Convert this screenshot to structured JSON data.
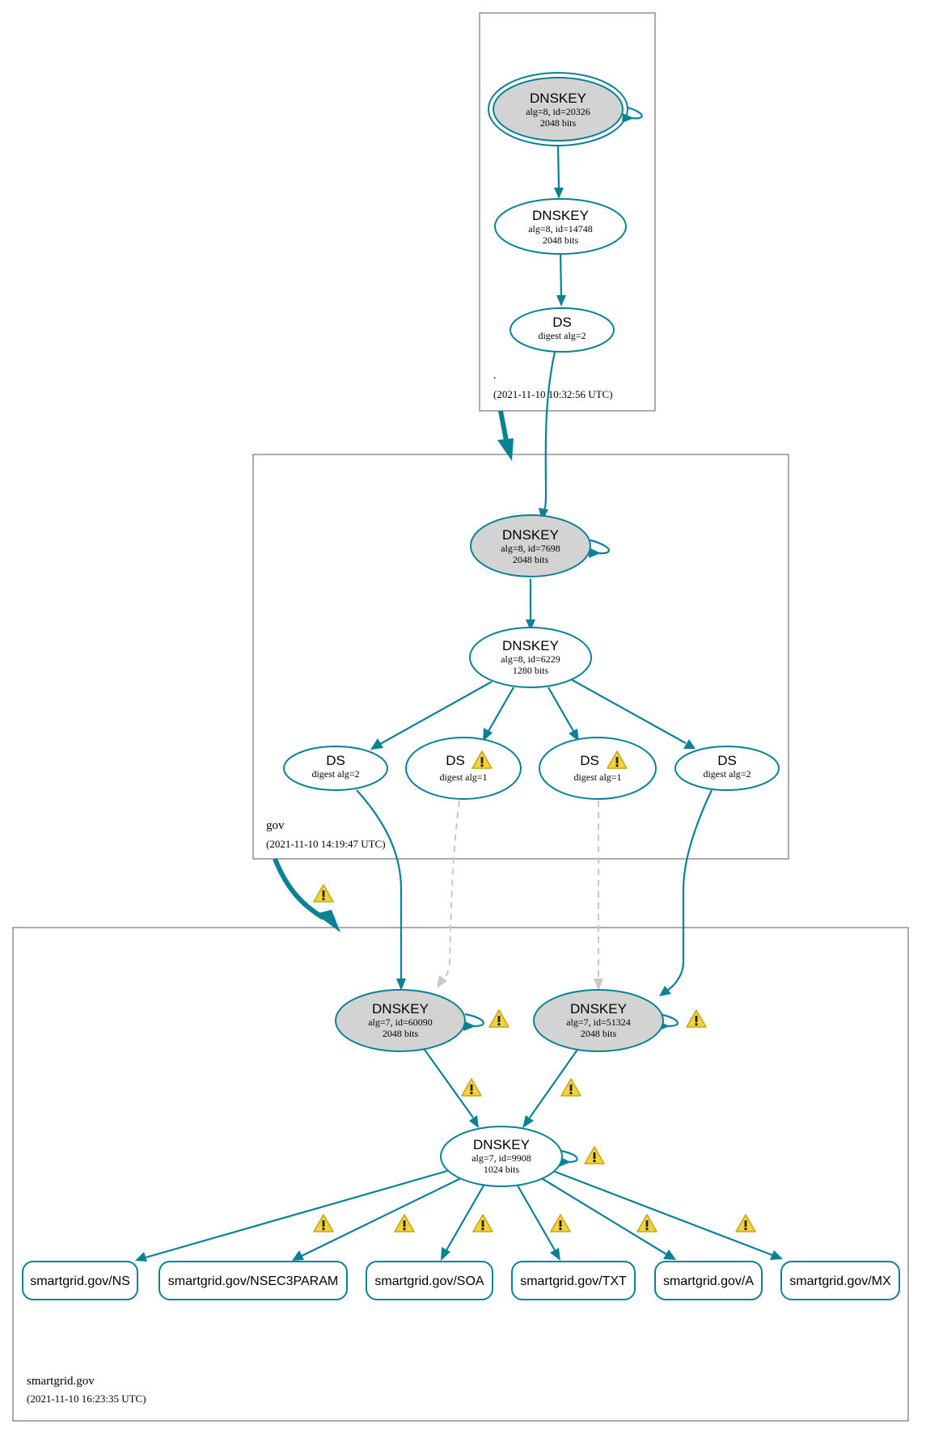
{
  "colors": {
    "edge": "#0a8295",
    "edge_dashed": "#c8c8c8",
    "sep_fill": "#d3d3d3",
    "node_fill": "#ffffff",
    "zone_border": "#5a5a5a",
    "warning_fill": "#f2d33b",
    "warning_stroke": "#c7a417"
  },
  "icons": {
    "warning": "warning-icon"
  },
  "zones": {
    "root": {
      "name": ".",
      "timestamp": "(2021-11-10 10:32:56 UTC)"
    },
    "gov": {
      "name": "gov",
      "timestamp": "(2021-11-10 14:19:47 UTC)"
    },
    "smartgrid": {
      "name": "smartgrid.gov",
      "timestamp": "(2021-11-10 16:23:35 UTC)"
    }
  },
  "nodes": {
    "root_ksk": {
      "type": "DNSKEY",
      "line1": "alg=8, id=20326",
      "line2": "2048 bits"
    },
    "root_zsk": {
      "type": "DNSKEY",
      "line1": "alg=8, id=14748",
      "line2": "2048 bits"
    },
    "root_ds": {
      "type": "DS",
      "line1": "digest alg=2"
    },
    "gov_ksk": {
      "type": "DNSKEY",
      "line1": "alg=8, id=7698",
      "line2": "2048 bits"
    },
    "gov_zsk": {
      "type": "DNSKEY",
      "line1": "alg=8, id=6229",
      "line2": "1280 bits"
    },
    "gov_ds1": {
      "type": "DS",
      "line1": "digest alg=2"
    },
    "gov_ds2": {
      "type": "DS",
      "line1": "digest alg=1"
    },
    "gov_ds3": {
      "type": "DS",
      "line1": "digest alg=1"
    },
    "gov_ds4": {
      "type": "DS",
      "line1": "digest alg=2"
    },
    "sg_ksk1": {
      "type": "DNSKEY",
      "line1": "alg=7, id=60090",
      "line2": "2048 bits"
    },
    "sg_ksk2": {
      "type": "DNSKEY",
      "line1": "alg=7, id=51324",
      "line2": "2048 bits"
    },
    "sg_zsk": {
      "type": "DNSKEY",
      "line1": "alg=7, id=9908",
      "line2": "1024 bits"
    }
  },
  "records": [
    "smartgrid.gov/NS",
    "smartgrid.gov/NSEC3PARAM",
    "smartgrid.gov/SOA",
    "smartgrid.gov/TXT",
    "smartgrid.gov/A",
    "smartgrid.gov/MX"
  ]
}
